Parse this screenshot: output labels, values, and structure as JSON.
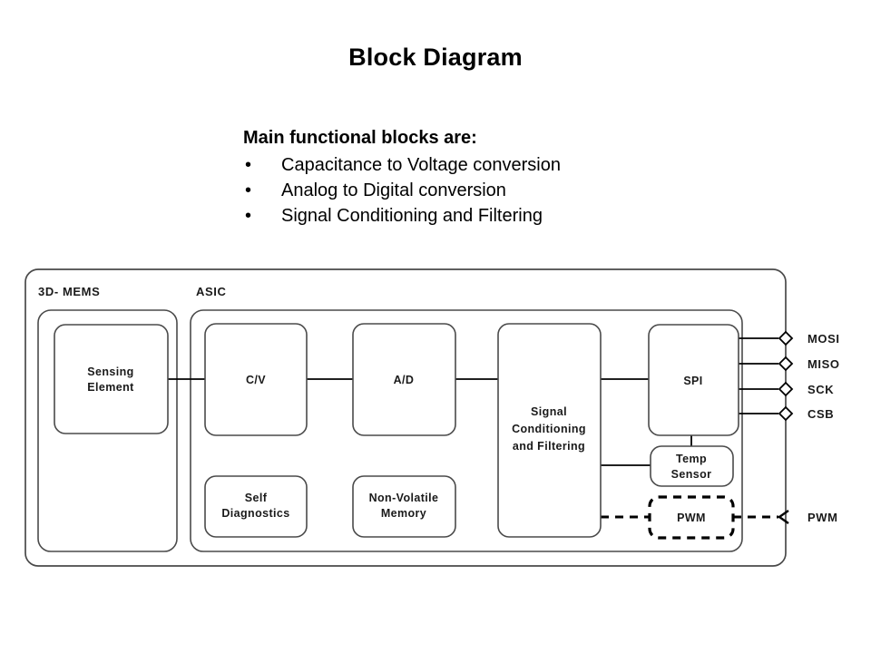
{
  "slide": {
    "title": "Block Diagram",
    "body_heading": "Main functional blocks are:",
    "bullet_char": "•",
    "bullets": [
      "Capacitance to Voltage conversion",
      "Analog to Digital conversion",
      "Signal Conditioning and Filtering"
    ]
  },
  "diagram": {
    "groups": {
      "mems": "3D- MEMS",
      "asic": "ASIC"
    },
    "blocks": {
      "sensing_element": {
        "line1": "Sensing",
        "line2": "Element"
      },
      "cv": {
        "line1": "C/V"
      },
      "self_diagnostics": {
        "line1": "Self",
        "line2": "Diagnostics"
      },
      "ad": {
        "line1": "A/D"
      },
      "nvm": {
        "line1": "Non-Volatile",
        "line2": "Memory"
      },
      "signal_cond": {
        "line1": "Signal",
        "line2": "Conditioning",
        "line3": "and Filtering"
      },
      "spi": {
        "line1": "SPI"
      },
      "temp_sensor": {
        "line1": "Temp",
        "line2": "Sensor"
      },
      "pwm": {
        "line1": "PWM"
      }
    },
    "pins": [
      {
        "label": "MOSI"
      },
      {
        "label": "MISO"
      },
      {
        "label": "SCK"
      },
      {
        "label": "CSB"
      },
      {
        "label": "PWM"
      }
    ]
  },
  "colors": {
    "background": "#ffffff",
    "text": "#000000",
    "block_stroke": "#4a4a4a",
    "wire": "#000000"
  }
}
